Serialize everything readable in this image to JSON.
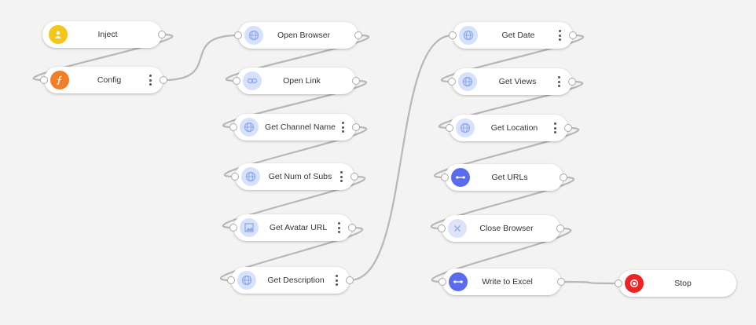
{
  "colors": {
    "canvas": "#f3f3f3",
    "wire": "#b7b7b7",
    "icon_globe_bg": "#d6e1fb",
    "icon_globe_fg": "#8fa9ec",
    "icon_inject": "#f5c518",
    "icon_function": "#f07f28",
    "icon_connector": "#5b6bee",
    "icon_close_bg": "#dde4f8",
    "icon_stop": "#ee2424"
  },
  "nodes": [
    {
      "id": "inject",
      "label": "Inject",
      "icon": "person-icon",
      "has_menu": false
    },
    {
      "id": "config",
      "label": "Config",
      "icon": "function-icon",
      "has_menu": true
    },
    {
      "id": "open-browser",
      "label": "Open Browser",
      "icon": "globe-icon",
      "has_menu": false
    },
    {
      "id": "open-link",
      "label": "Open Link",
      "icon": "link-icon",
      "has_menu": false
    },
    {
      "id": "get-channel-name",
      "label": "Get Channel Name",
      "icon": "globe-icon",
      "has_menu": true
    },
    {
      "id": "get-num-of-subs",
      "label": "Get Num of Subs",
      "icon": "globe-icon",
      "has_menu": true
    },
    {
      "id": "get-avatar-url",
      "label": "Get Avatar URL",
      "icon": "image-icon",
      "has_menu": true
    },
    {
      "id": "get-description",
      "label": "Get Description",
      "icon": "globe-icon",
      "has_menu": true
    },
    {
      "id": "get-date",
      "label": "Get Date",
      "icon": "globe-icon",
      "has_menu": true
    },
    {
      "id": "get-views",
      "label": "Get Views",
      "icon": "globe-icon",
      "has_menu": true
    },
    {
      "id": "get-location",
      "label": "Get Location",
      "icon": "globe-icon",
      "has_menu": true
    },
    {
      "id": "get-urls",
      "label": "Get URLs",
      "icon": "connector-icon",
      "has_menu": false
    },
    {
      "id": "close-browser",
      "label": "Close Browser",
      "icon": "close-icon",
      "has_menu": false
    },
    {
      "id": "write-to-excel",
      "label": "Write to Excel",
      "icon": "connector-icon",
      "has_menu": false
    },
    {
      "id": "stop",
      "label": "Stop",
      "icon": "stop-icon",
      "has_menu": false
    }
  ],
  "connections": [
    [
      "inject",
      "config"
    ],
    [
      "config",
      "open-browser"
    ],
    [
      "open-browser",
      "open-link"
    ],
    [
      "open-link",
      "get-channel-name"
    ],
    [
      "get-channel-name",
      "get-num-of-subs"
    ],
    [
      "get-num-of-subs",
      "get-avatar-url"
    ],
    [
      "get-avatar-url",
      "get-description"
    ],
    [
      "get-description",
      "get-date"
    ],
    [
      "get-date",
      "get-views"
    ],
    [
      "get-views",
      "get-location"
    ],
    [
      "get-location",
      "get-urls"
    ],
    [
      "get-urls",
      "close-browser"
    ],
    [
      "close-browser",
      "write-to-excel"
    ],
    [
      "write-to-excel",
      "stop"
    ]
  ]
}
